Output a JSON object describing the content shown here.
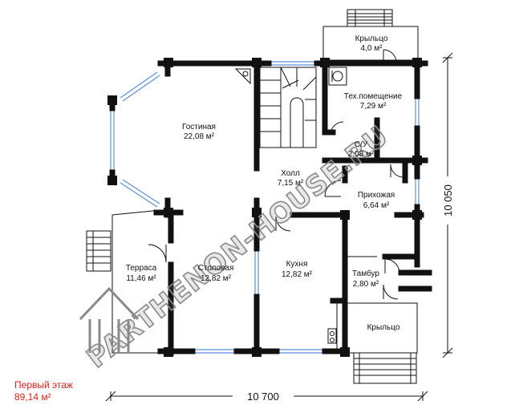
{
  "rooms": {
    "porch_top": {
      "name": "Крыльцо",
      "area": "4,0 м²"
    },
    "tech": {
      "name": "Тех.помещение",
      "area": "7,29 м²"
    },
    "living": {
      "name": "Гостиная",
      "area": "22,08 м²"
    },
    "wc": {
      "name": "С/У",
      "area": "2,08 м²"
    },
    "hall": {
      "name": "Холл",
      "area": "7,15 м²"
    },
    "entry": {
      "name": "Прихожая",
      "area": "6,64 м²"
    },
    "terrace": {
      "name": "Терраса",
      "area": "11,46 м²"
    },
    "dining": {
      "name": "Столовая",
      "area": "12,82 м²"
    },
    "kitchen": {
      "name": "Кухня",
      "area": "12,82 м²"
    },
    "vestibule": {
      "name": "Тамбур",
      "area": "2,80 м²"
    },
    "porch_bottom": {
      "name": "Крыльцо"
    }
  },
  "dimensions": {
    "width": "10 700",
    "height": "10 050"
  },
  "floor": {
    "title": "Первый этаж",
    "area": "89,14  м²"
  },
  "watermark": {
    "text": "PARTHENON-HOUSE.RU"
  },
  "colors": {
    "wall": "#111111",
    "window": "#5c8fd6",
    "floor_label": "#e0221a",
    "watermark": "#8a8a8a"
  }
}
